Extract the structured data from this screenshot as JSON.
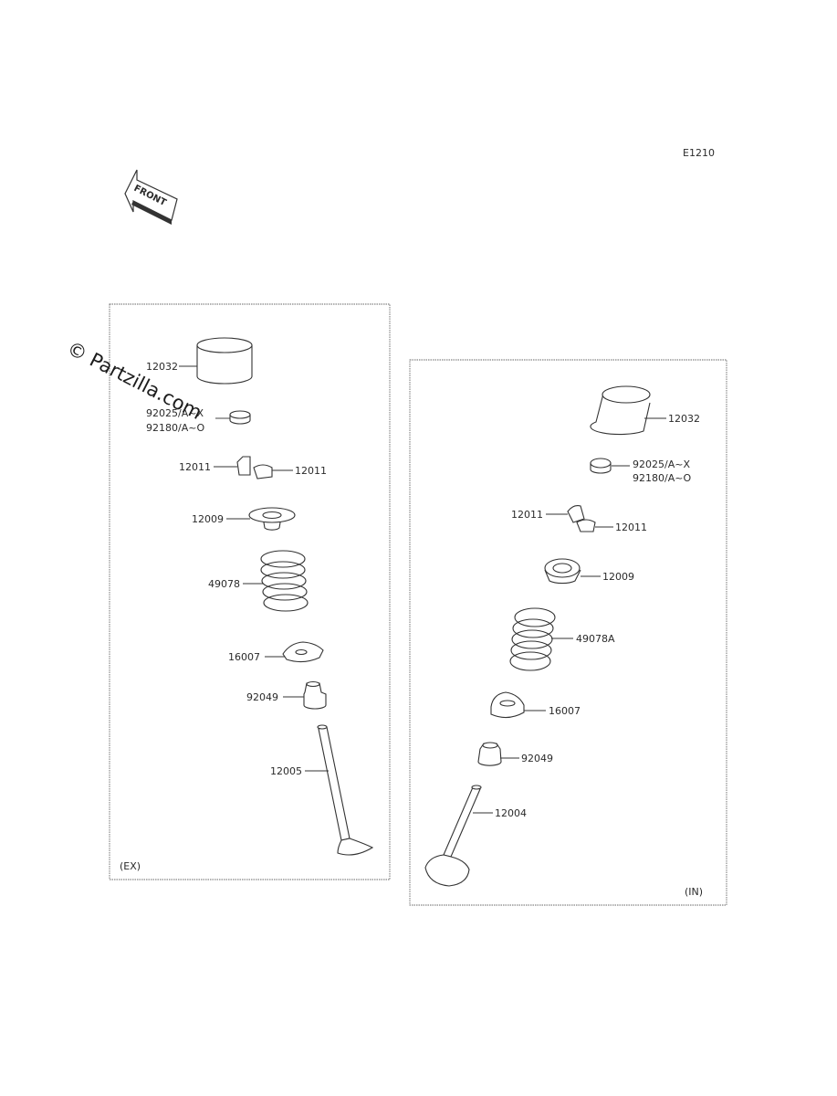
{
  "diagram_id": "E1210",
  "front_label": "FRONT",
  "watermark": "© Partzilla.com",
  "exhaust": {
    "tag": "(EX)",
    "parts": {
      "tappet": "12032",
      "shim_line1": "92025/A~X",
      "shim_line2": "92180/A~O",
      "cotter_left": "12011",
      "cotter_right": "12011",
      "retainer": "12009",
      "spring": "49078",
      "spring_seat": "16007",
      "stem_seal": "92049",
      "valve": "12005"
    }
  },
  "intake": {
    "tag": "(IN)",
    "parts": {
      "tappet": "12032",
      "shim_line1": "92025/A~X",
      "shim_line2": "92180/A~O",
      "cotter_left": "12011",
      "cotter_right": "12011",
      "retainer": "12009",
      "spring": "49078A",
      "spring_seat": "16007",
      "stem_seal": "92049",
      "valve": "12004"
    }
  }
}
